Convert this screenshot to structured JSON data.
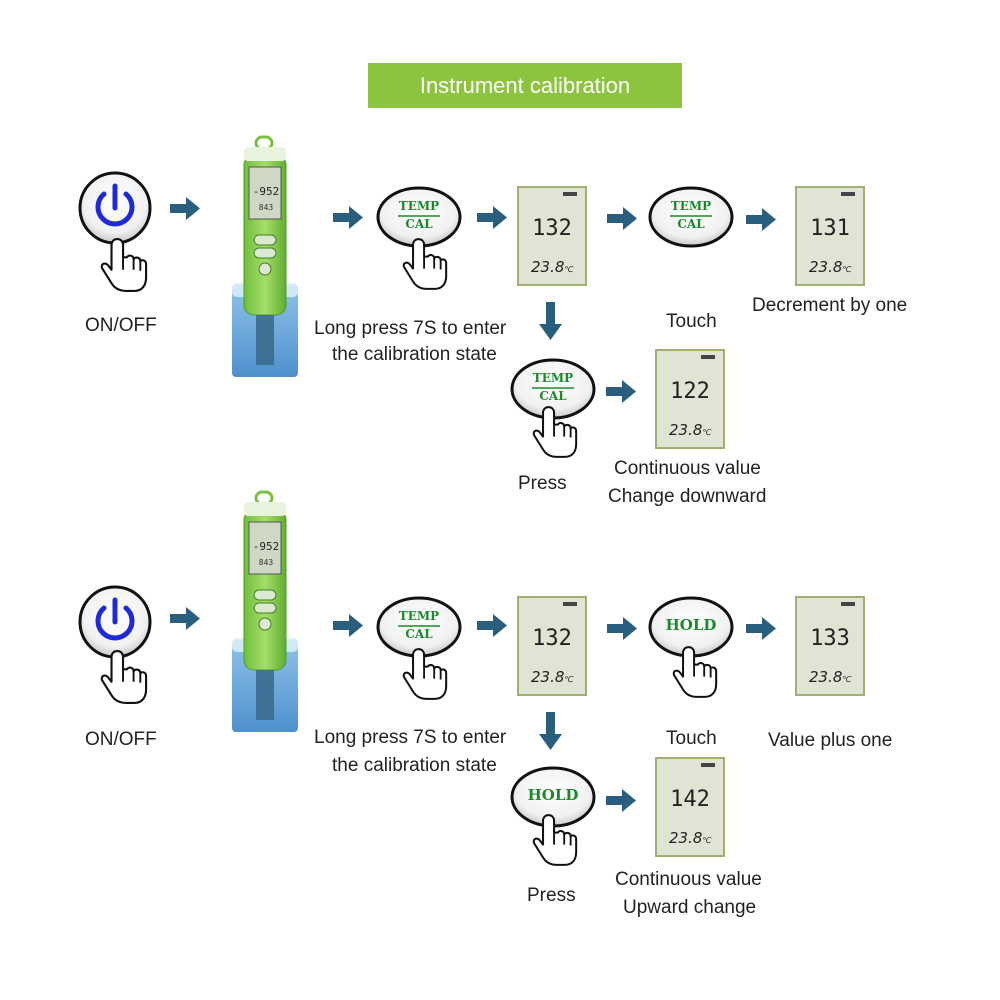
{
  "title": "Instrument calibration",
  "colors": {
    "accent": "#8cc33f",
    "arrow": "#2a5e7e",
    "lcd": "#dfe4d4",
    "button_text": "#1a8a2a",
    "power_blue": "#1d2ad6"
  },
  "icons": {
    "power": "power-icon",
    "hand": "pointing-hand-icon",
    "arrow": "arrow-right-icon"
  },
  "buttons": {
    "temp_cal_top": "TEMP",
    "temp_cal_bottom": "CAL",
    "hold": "HOLD"
  },
  "pen_display": {
    "main": "-952",
    "sub": "843"
  },
  "temperature": "23.8",
  "temp_unit": "℃",
  "top_row": {
    "on_off": "ON/OFF",
    "long_press_line1": "Long press 7S to enter",
    "long_press_line2": "the calibration state",
    "lcd_start": "132",
    "touch": "Touch",
    "lcd_touch": "131",
    "touch_result": "Decrement by one",
    "press": "Press",
    "lcd_press": "122",
    "press_result_line1": "Continuous value",
    "press_result_line2": "Change downward"
  },
  "bottom_row": {
    "on_off": "ON/OFF",
    "long_press_line1": "Long press 7S to enter",
    "long_press_line2": "the calibration state",
    "lcd_start": "132",
    "touch": "Touch",
    "lcd_touch": "133",
    "touch_result": "Value plus one",
    "press": "Press",
    "lcd_press": "142",
    "press_result_line1": "Continuous value",
    "press_result_line2": "Upward change"
  }
}
